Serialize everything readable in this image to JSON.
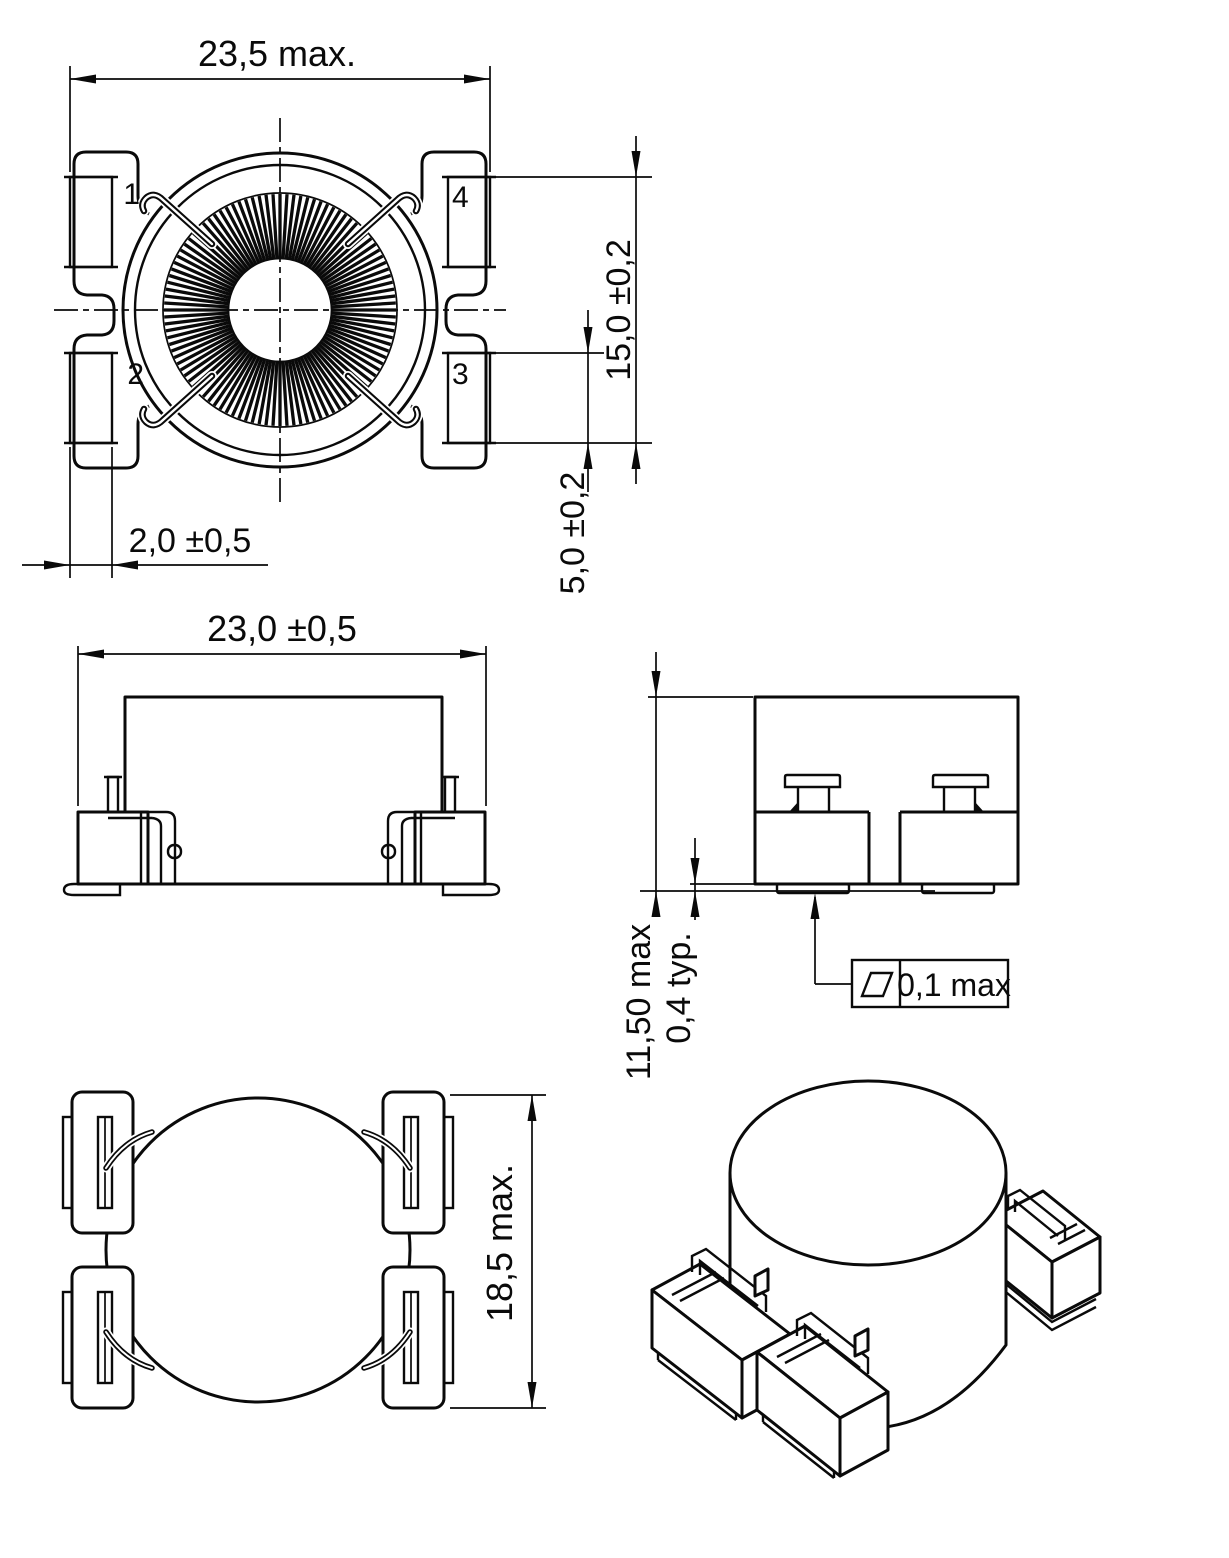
{
  "drawing": {
    "type": "technical-dimension-drawing",
    "component": "SMD toroidal choke package outline",
    "line_color": "#0a0a0a",
    "background_color": "#ffffff",
    "views": {
      "top": {
        "label": "top-view",
        "dim_width": "23,5  max.",
        "dim_pad_span": "15,0 ±0,2",
        "dim_pad_height": "5,0 ±0,2",
        "dim_pad_width": "2,0 ±0,5",
        "pin_1": "1",
        "pin_2": "2",
        "pin_3": "3",
        "pin_4": "4"
      },
      "front": {
        "label": "front-view",
        "dim_width": "23,0 ±0,5"
      },
      "side": {
        "label": "side-view",
        "dim_height": "11,50 max",
        "dim_standoff": "0,4 typ.",
        "flatness_value": "0,1 max",
        "flatness_symbol": "flatness-parallelogram"
      },
      "bottom": {
        "label": "bottom-view",
        "dim_depth": "18,5 max."
      },
      "iso": {
        "label": "isometric-view"
      }
    }
  }
}
